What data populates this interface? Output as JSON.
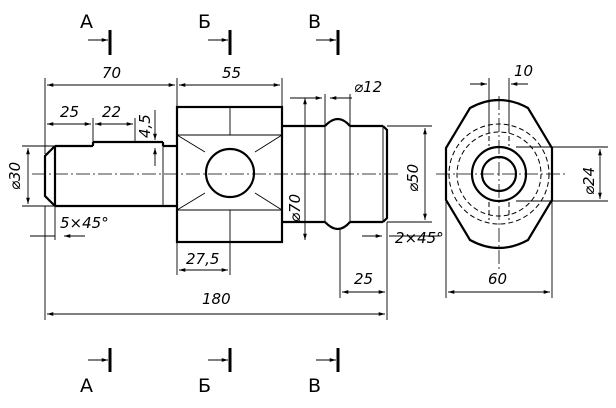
{
  "sections": {
    "top": [
      "А",
      "Б",
      "В"
    ],
    "bottom": [
      "А",
      "Б",
      "В"
    ]
  },
  "dimensions": {
    "len_70": "70",
    "len_55": "55",
    "len_25_left": "25",
    "len_22": "22",
    "len_4_5": "4,5",
    "dia_30": "⌀30",
    "chamfer_left": "5×45°",
    "dia_70": "⌀70",
    "len_27_5": "27,5",
    "len_180": "180",
    "dia_12": "⌀12",
    "dia_50": "⌀50",
    "chamfer_right": "2×45°",
    "len_25_right": "25",
    "dim_10": "10",
    "dia_24": "⌀24",
    "width_60": "60"
  }
}
